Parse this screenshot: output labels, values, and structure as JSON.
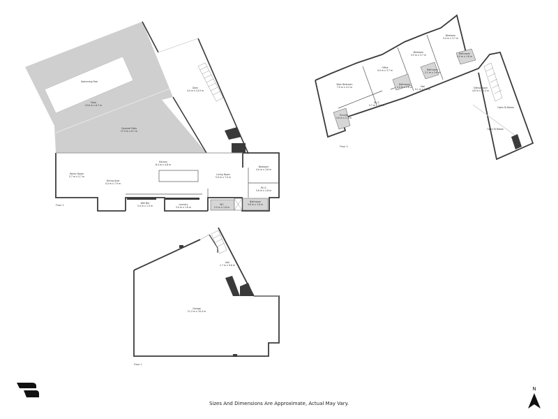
{
  "floors": [
    {
      "id": "floor-2",
      "label": "Floor 2",
      "rooms": [
        {
          "name": "Swimming Pool",
          "dims": ""
        },
        {
          "name": "Patio",
          "dims": "15.6 m x 8.7 m"
        },
        {
          "name": "Covered Patio",
          "dims": "17.9 m x 6.7 m"
        },
        {
          "name": "Deck",
          "dims": "4.0 m x 14.5 m"
        },
        {
          "name": "Family Room",
          "dims": "5.7 m x 5.7 m"
        },
        {
          "name": "Dining Area",
          "dims": "4.4 m x 7.9 m"
        },
        {
          "name": "Kitchen",
          "dims": "8.4 m x 4.8 m"
        },
        {
          "name": "Living Room",
          "dims": "5.9 m x 7.0 m"
        },
        {
          "name": "Bedroom",
          "dims": "4.0 m x 3.6 m"
        },
        {
          "name": "W.I.C",
          "dims": "3.6 m x 1.8 m"
        },
        {
          "name": "Bathroom",
          "dims": "3.6 m x 1.8 m"
        },
        {
          "name": "WC",
          "dims": "2.0 m x 1.8 m"
        },
        {
          "name": "Laundry",
          "dims": "3.0 m x 1.6 m"
        },
        {
          "name": "Wet Bar",
          "dims": "3.4 m x 1.3 m"
        }
      ]
    },
    {
      "id": "floor-3",
      "label": "Floor 3",
      "rooms": [
        {
          "name": "Main Bedroom",
          "dims": "7.0 m x 4.2 m"
        },
        {
          "name": "W.I.C",
          "dims": "3.7 m x 3.0 m"
        },
        {
          "name": "Ensuite",
          "dims": "3.6 m x 2.3 m"
        },
        {
          "name": "Office",
          "dims": "4.0 m x 3.7 m"
        },
        {
          "name": "Bathroom",
          "dims": "2.0 m x 1.8 m"
        },
        {
          "name": "Bedroom",
          "dims": "3.5 m x 3.7 m"
        },
        {
          "name": "Bathroom",
          "dims": "2.1 m x 1.8 m"
        },
        {
          "name": "Bedroom",
          "dims": "3.4 m x 3.7 m"
        },
        {
          "name": "Bathroom",
          "dims": "2.0 m x 1.8 m"
        },
        {
          "name": "Hall",
          "dims": "9.1 m x 2.6 m"
        },
        {
          "name": "Sitting Room",
          "dims": "4.8 m x 10.4 m"
        },
        {
          "name": "Open To Below",
          "dims": ""
        },
        {
          "name": "Open To Below",
          "dims": ""
        }
      ]
    },
    {
      "id": "floor-1",
      "label": "Floor 1",
      "rooms": [
        {
          "name": "Hall",
          "dims": "1.7 m x 9.8 m"
        },
        {
          "name": "Garage",
          "dims": "11.3 m x 10.4 m"
        }
      ]
    }
  ],
  "footer": {
    "disclaimer": "Sizes And Dimensions Are Approximate, Actual May Vary."
  },
  "compass": {
    "label": "N"
  },
  "colors": {
    "wall": "#3a3a3a",
    "outdoor_fill": "#cfcfcf",
    "wet_room_fill": "#d6d6d6",
    "background": "#ffffff"
  }
}
